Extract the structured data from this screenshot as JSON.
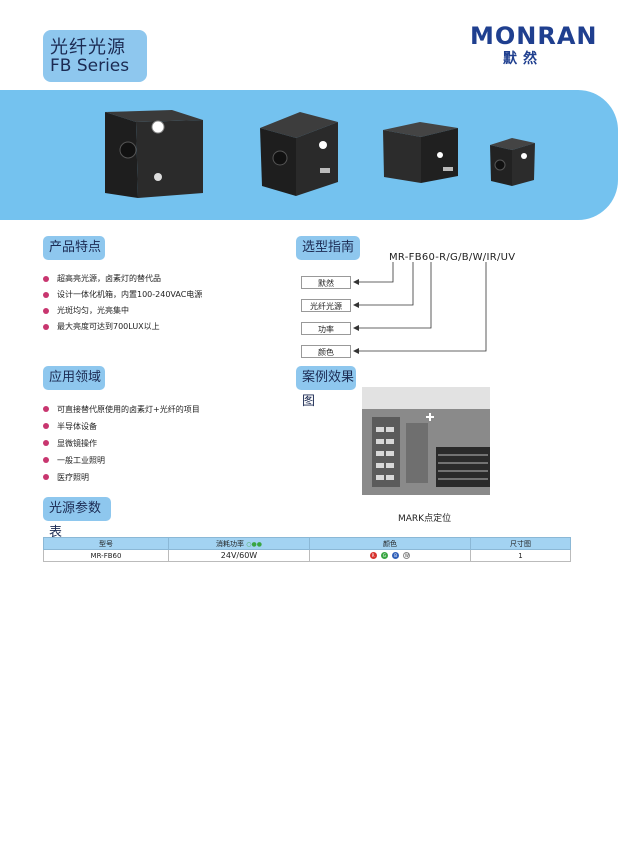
{
  "header": {
    "title_cn": "光纤光源",
    "title_en": "FB Series",
    "logo_en": "MONRAN",
    "logo_cn": "默然"
  },
  "sections": {
    "features_title": "产品特点",
    "guide_title": "选型指南",
    "applications_title": "应用领域",
    "case_title": "案例效果图",
    "params_title": "光源参数表"
  },
  "features": [
    "超高亮光源，卤素灯的替代品",
    "设计一体化机箱，内置100-240VAC电源",
    "光斑均匀，光亮集中",
    "最大亮度可达到700LUX以上"
  ],
  "applications": [
    "可直接替代原使用的卤素灯+光纤的项目",
    "半导体设备",
    "显微镜操作",
    "一般工业照明",
    "医疗照明"
  ],
  "selection_guide": {
    "model_code": "MR-FB60-R/G/B/W/IR/UV",
    "options": [
      "默然",
      "光纤光源",
      "功率",
      "颜色"
    ]
  },
  "case_caption": "MARK点定位",
  "spec_table": {
    "headers": [
      "型号",
      "消耗功率",
      "颜色",
      "尺寸图"
    ],
    "row": {
      "model": "MR-FB60",
      "power": "24V/60W",
      "colors": [
        {
          "label": "R",
          "hex": "#d6332e"
        },
        {
          "label": "G",
          "hex": "#3aa542"
        },
        {
          "label": "B",
          "hex": "#2f5fb8"
        },
        {
          "label": "W",
          "hex": "#ffffff"
        }
      ],
      "size_ref": "1"
    }
  },
  "colors": {
    "brand_blue": "#1f3f8f",
    "banner_blue": "#74c2ef",
    "tab_blue": "#8ec7ee",
    "bullet": "#c8366f"
  }
}
